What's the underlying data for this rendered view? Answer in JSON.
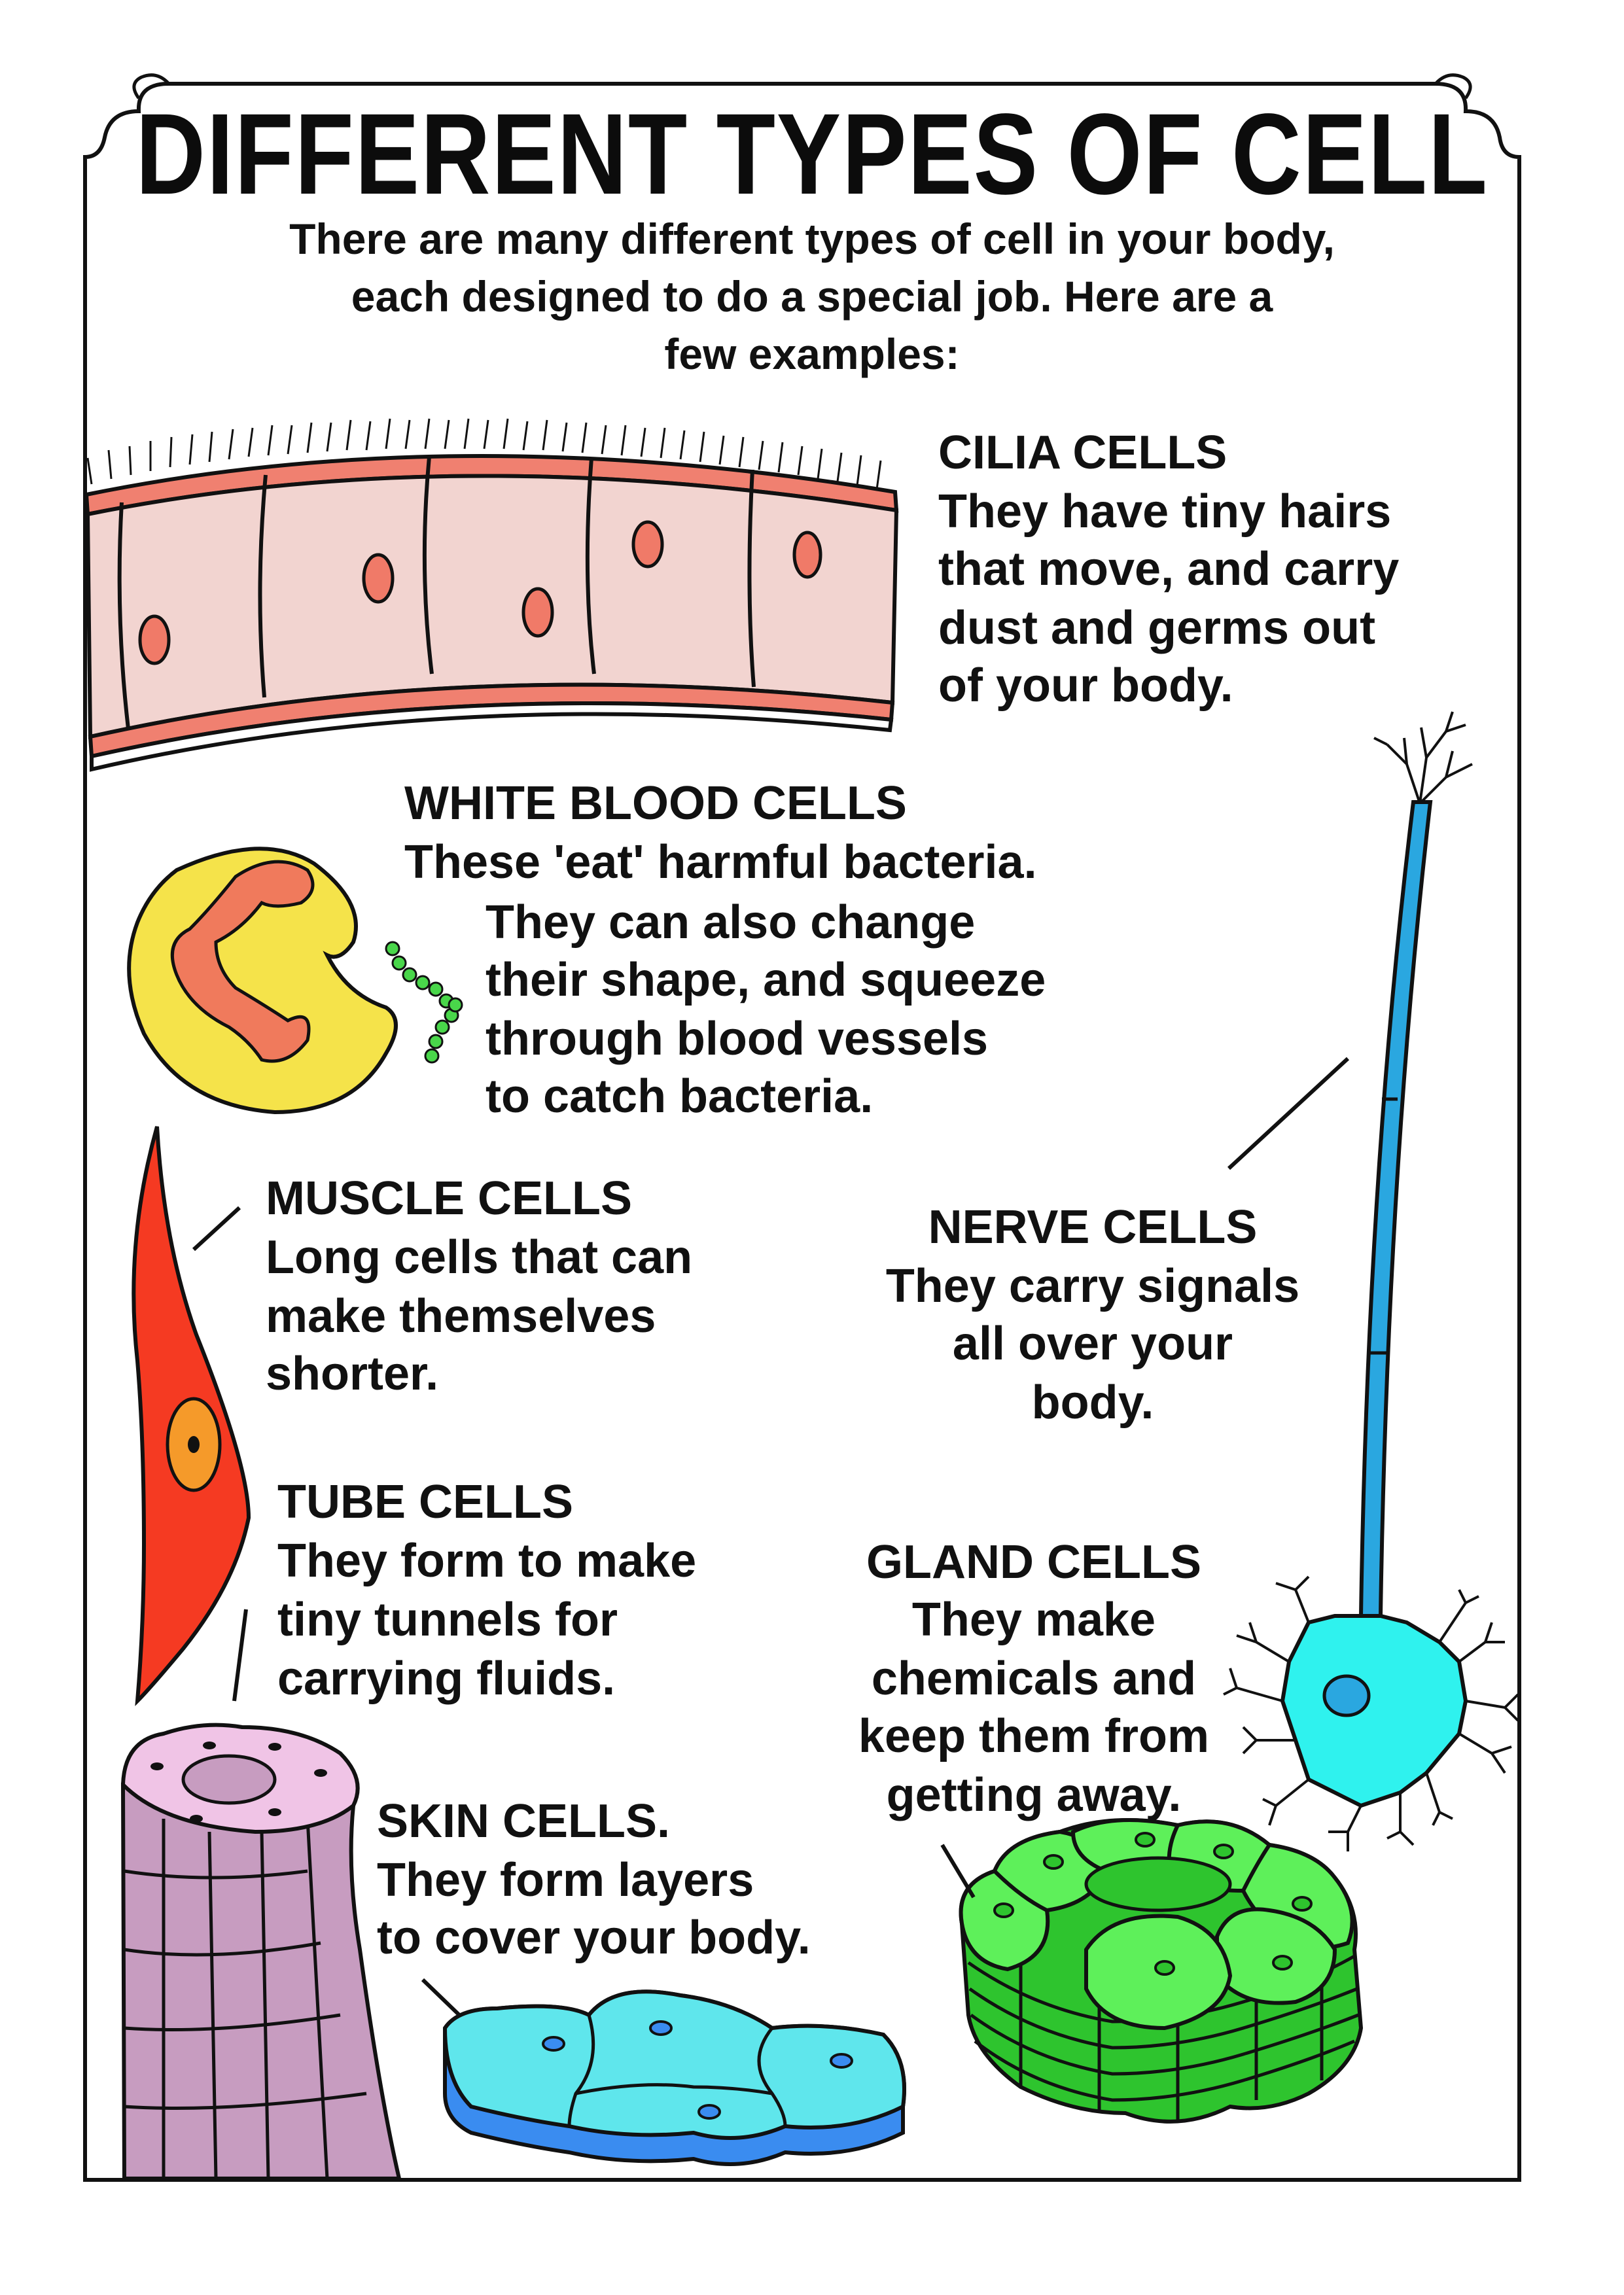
{
  "title": "DIFFERENT TYPES OF CELL",
  "intro": [
    "There are many different types of cell in your body,",
    "each designed to do a special job. Here are a",
    "few examples:"
  ],
  "cilia": {
    "heading": "CILIA CELLS",
    "lines": [
      "They have tiny hairs",
      "that move, and carry",
      "dust and germs out",
      "of your body."
    ]
  },
  "white_blood": {
    "heading": "WHITE BLOOD CELLS",
    "lines": [
      "These 'eat' harmful bacteria.",
      "They can also change",
      "their shape, and squeeze",
      "through blood vessels",
      "to catch bacteria."
    ]
  },
  "muscle": {
    "heading": "MUSCLE CELLS",
    "lines": [
      "Long cells that can",
      "make themselves",
      "shorter."
    ]
  },
  "nerve": {
    "heading": "NERVE CELLS",
    "lines": [
      "They carry signals",
      "all over your",
      "body."
    ]
  },
  "tube": {
    "heading": "TUBE CELLS",
    "lines": [
      "They form to make",
      "tiny tunnels for",
      "carrying fluids."
    ]
  },
  "gland": {
    "heading": "GLAND CELLS",
    "lines": [
      "They make",
      "chemicals and",
      "keep them from",
      "getting away."
    ]
  },
  "skin": {
    "heading": "SKIN CELLS.",
    "lines": [
      "They form layers",
      "to cover your body."
    ]
  },
  "colors": {
    "cilia_fill": "#f2d4d0",
    "cilia_membrane": "#f08070",
    "cilia_nucleus": "#f07a68",
    "wbc_fill": "#f5e34a",
    "wbc_nucleus": "#f07a5c",
    "bacteria": "#49d64a",
    "muscle_fill": "#f53a22",
    "muscle_nucleus": "#f59a2a",
    "nerve_axon": "#2aa7e0",
    "nerve_body": "#2ff2ee",
    "tube_top": "#f0c4e6",
    "tube_side": "#c79cc0",
    "skin_top": "#5fe6ec",
    "skin_side": "#3a8cf0",
    "gland_top": "#5ef05a",
    "gland_side": "#2ec42e"
  }
}
